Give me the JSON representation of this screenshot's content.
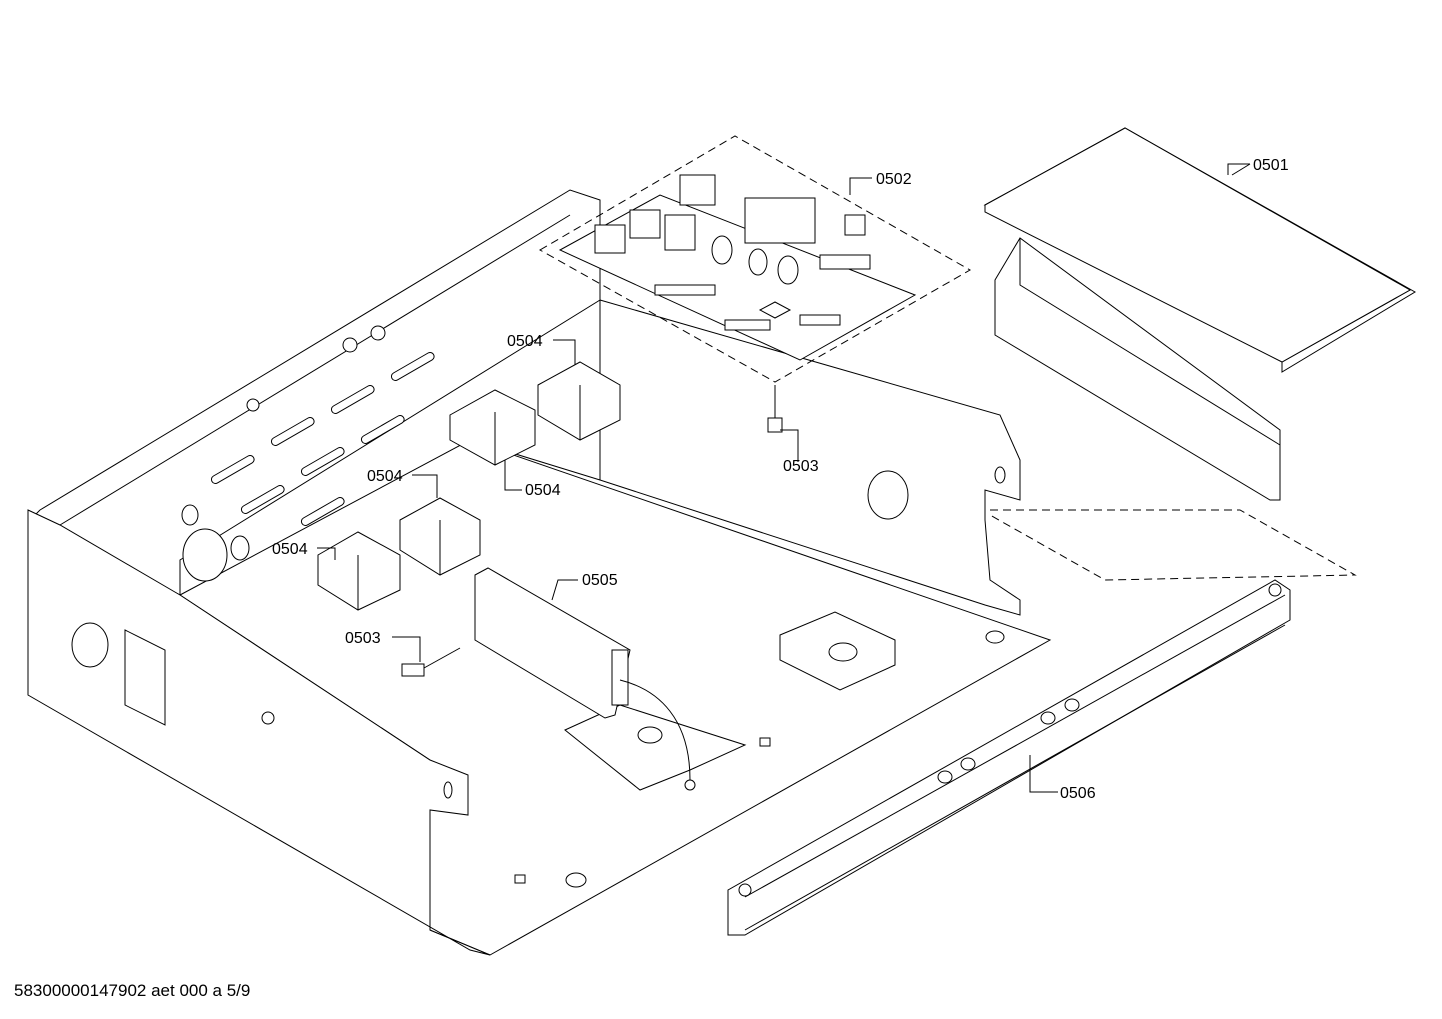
{
  "part_labels": {
    "p0501": "0501",
    "p0502": "0502",
    "p0503a": "0503",
    "p0503b": "0503",
    "p0504a": "0504",
    "p0504b": "0504",
    "p0504c": "0504",
    "p0504d": "0504",
    "p0505": "0505",
    "p0506": "0506"
  },
  "footer": {
    "text": "58300000147902 aet 000 a 5/9"
  }
}
